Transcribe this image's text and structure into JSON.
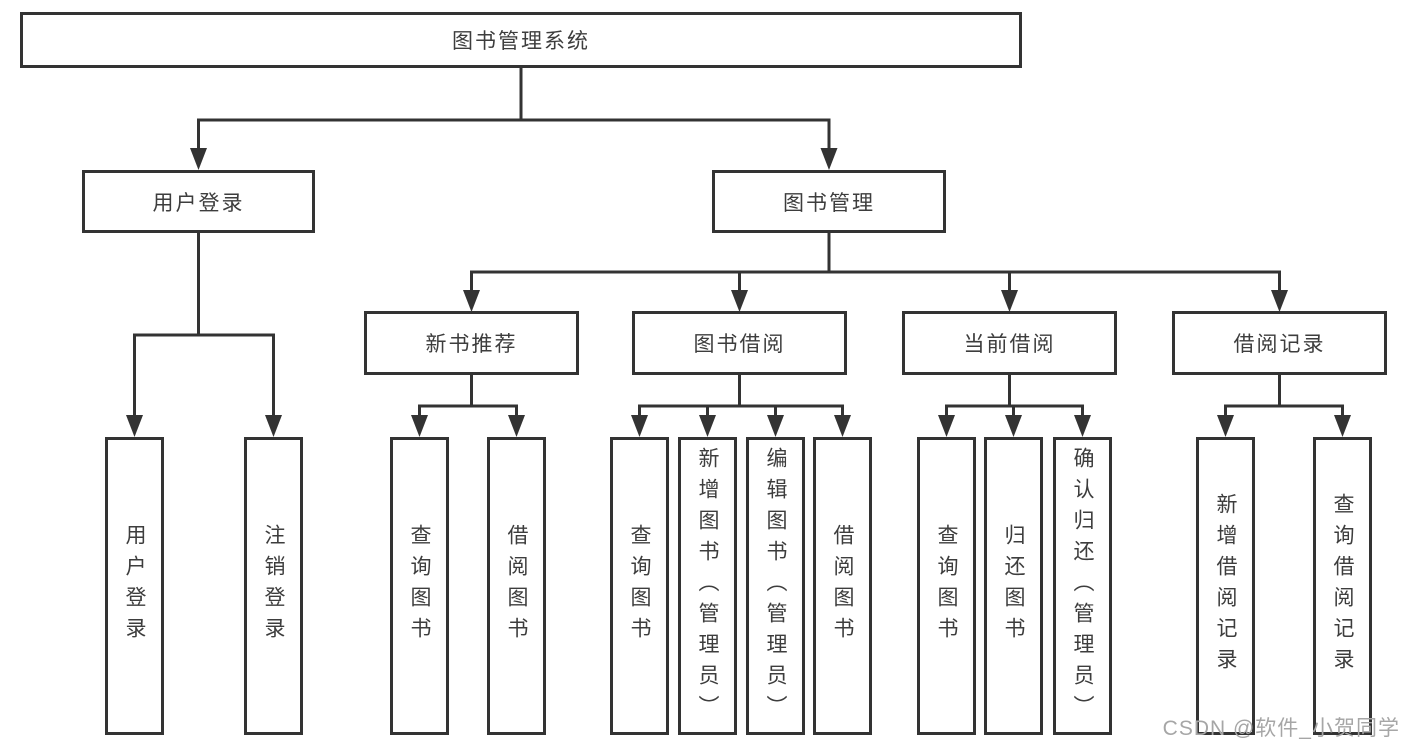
{
  "diagram": {
    "title": "图书管理系统",
    "user_login": {
      "label": "用户登录",
      "children": [
        "用户登录",
        "注销登录"
      ]
    },
    "book_management": {
      "label": "图书管理",
      "sections": [
        {
          "label": "新书推荐",
          "children": [
            "查询图书",
            "借阅图书"
          ]
        },
        {
          "label": "图书借阅",
          "children": [
            "查询图书",
            "新增图书（管理员）",
            "编辑图书（管理员）",
            "借阅图书"
          ]
        },
        {
          "label": "当前借阅",
          "children": [
            "查询图书",
            "归还图书",
            "确认归还（管理员）"
          ]
        },
        {
          "label": "借阅记录",
          "children": [
            "新增借阅记录",
            "查询借阅记录"
          ]
        }
      ]
    }
  },
  "watermark": "CSDN @软件_小贺同学",
  "colors": {
    "line": "#333333",
    "box_border": "#333333",
    "text": "#3d3d3d",
    "watermark": "#a6a6a6",
    "background": "#ffffff"
  }
}
